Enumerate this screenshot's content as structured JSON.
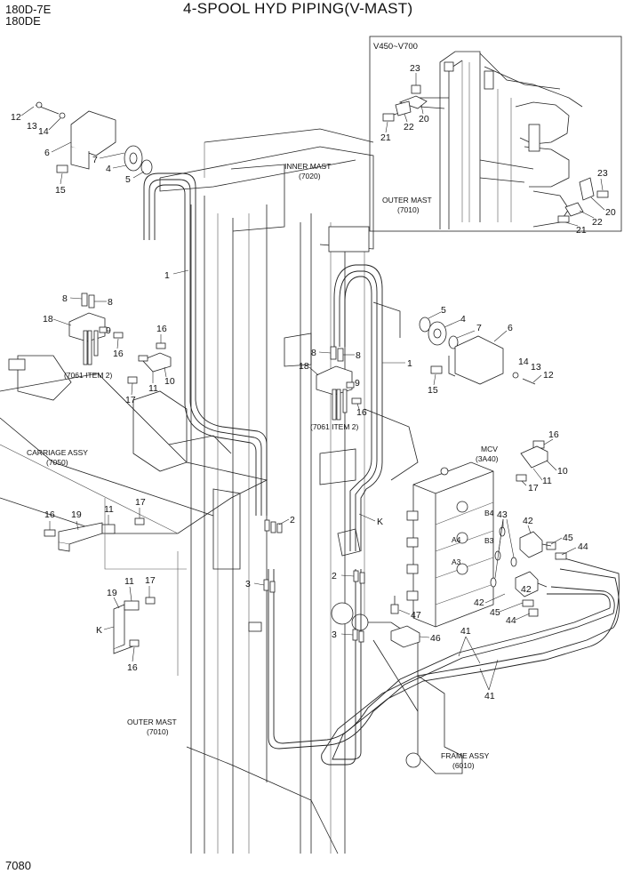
{
  "header": {
    "model_line_1": "180D-7E",
    "model_line_2": "180DE",
    "title": "4-SPOOL HYD PIPING(V-MAST)"
  },
  "page_number": "7080",
  "inset": {
    "title": "V450~V700",
    "outer_mast_label": "OUTER MAST",
    "outer_mast_code": "(7010)"
  },
  "labels": {
    "inner_mast": "INNER MAST",
    "inner_mast_code": "(7020)",
    "carriage": "CARRIAGE ASSY",
    "carriage_code": "(7050)",
    "item_ref_left": "(7061 ITEM 2)",
    "item_ref_right": "(7061 ITEM 2)",
    "mcv": "MCV",
    "mcv_code": "(3A40)",
    "outer_mast": "OUTER MAST",
    "outer_mast_code": "(7010)",
    "frame": "FRAME ASSY",
    "frame_code": "(6010)",
    "view_k_top": "K",
    "view_k_bottom": "K"
  },
  "port_labels": {
    "b4": "B4",
    "a4": "A4",
    "b3": "B3",
    "a3": "A3"
  },
  "part_numbers": {
    "p1": "1",
    "p2": "2",
    "p3": "3",
    "p4": "4",
    "p5": "5",
    "p6": "6",
    "p7": "7",
    "p8": "8",
    "p9": "9",
    "p10": "10",
    "p11": "11",
    "p12": "12",
    "p13": "13",
    "p14": "14",
    "p15": "15",
    "p16": "16",
    "p17": "17",
    "p18": "18",
    "p19": "19",
    "p20": "20",
    "p21": "21",
    "p22": "22",
    "p23": "23",
    "p41": "41",
    "p42": "42",
    "p43": "43",
    "p44": "44",
    "p45": "45",
    "p46": "46",
    "p47": "47"
  }
}
